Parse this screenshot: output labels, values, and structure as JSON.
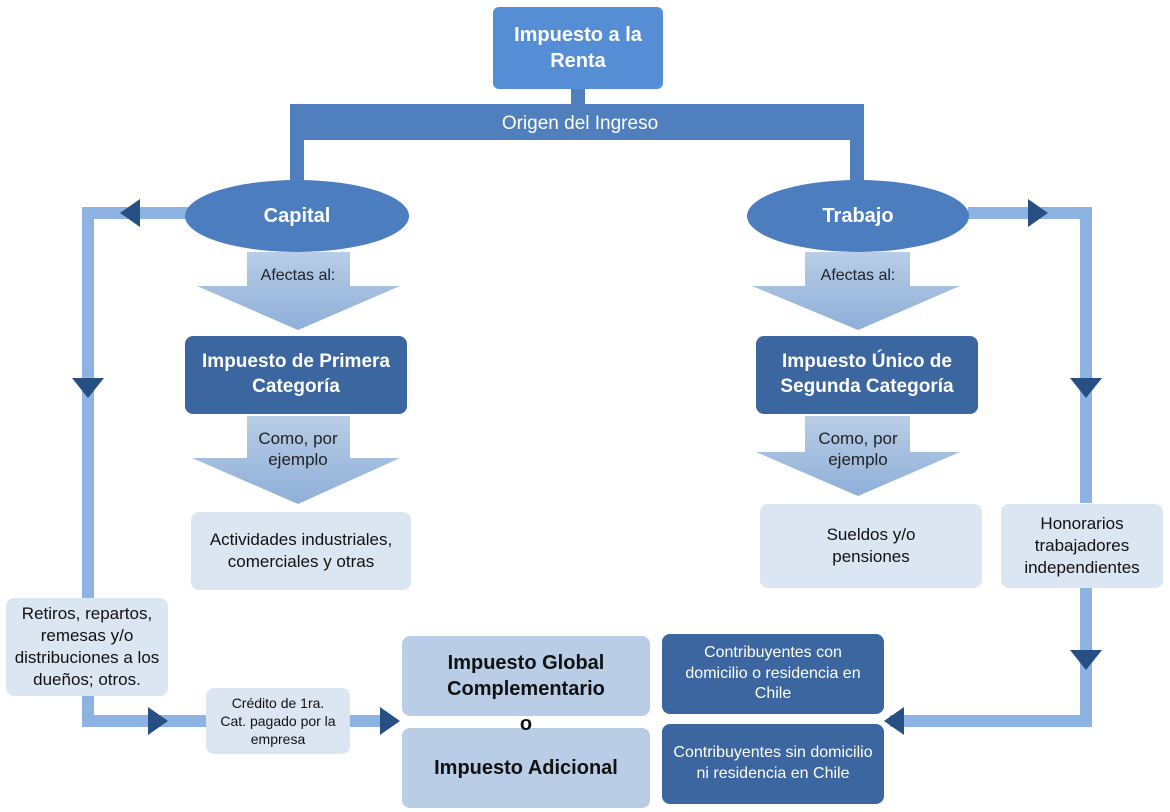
{
  "title": "Impuesto a la Renta",
  "origin_label": "Origen del Ingreso",
  "capital": {
    "label": "Capital",
    "affects": "Afectas al:",
    "tax": "Impuesto de Primera Categoría",
    "example_label": "Como, por ejemplo",
    "example": "Actividades industriales, comerciales y otras"
  },
  "trabajo": {
    "label": "Trabajo",
    "affects": "Afectas al:",
    "tax": "Impuesto Único de Segunda Categoría",
    "example_label": "Como, por ejemplo",
    "example": "Sueldos y/o pensiones"
  },
  "honorarios": "Honorarios trabajadores independientes",
  "retiros": "Retiros, repartos, remesas y/o distribuciones a los dueños; otros.",
  "credito": "Crédito de 1ra. Cat. pagado por la empresa",
  "global": {
    "top": "Impuesto Global Complementario",
    "or": "o",
    "bottom": "Impuesto Adicional"
  },
  "contrib_con": "Contribuyentes con domicilio o residencia en Chile",
  "contrib_sin": "Contribuyentes sin domicilio ni residencia en Chile",
  "colors": {
    "dark_box": "#3b669f",
    "ellipse": "#4b7dbf",
    "connector": "#4f7fbd",
    "light_line": "#8db3e2",
    "arrow_head": "#274f84",
    "light_box": "#dce6f2",
    "mid_box": "#b9cde6",
    "chevron": "#aac4e4"
  }
}
